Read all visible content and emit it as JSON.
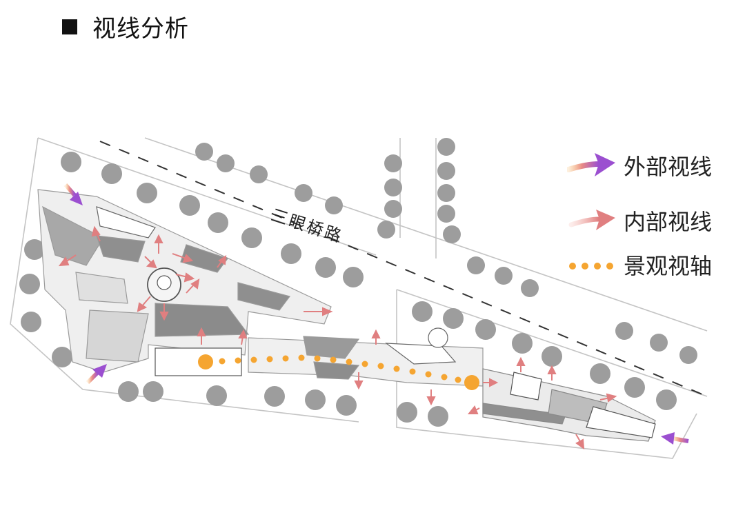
{
  "title": "视线分析",
  "road_label": "三眼桥路",
  "legend": {
    "external": "外部视线",
    "internal": "内部视线",
    "axis": "景观视轴"
  },
  "colors": {
    "external_arrow": "#9b4fd0",
    "internal_arrow": "#e58a8a",
    "axis_dot": "#f5a531",
    "tree": "#9d9d9d",
    "site_line": "#bdbdbd",
    "building_fill": "#cfcfcf"
  }
}
